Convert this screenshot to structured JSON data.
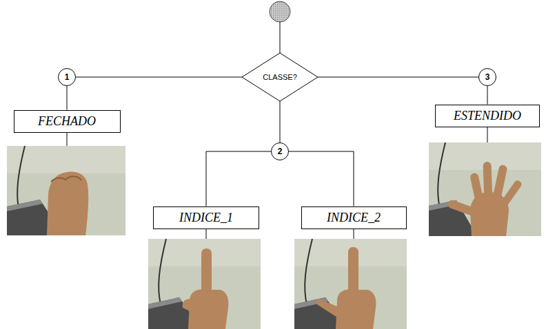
{
  "diagram": {
    "nodes": [
      {
        "text": [
          "1"
        ]
      },
      {
        "text": [
          "CLASSE?"
        ]
      },
      {
        "text": [
          "3"
        ]
      },
      {
        "text": [
          "FECHADO"
        ]
      },
      {
        "text": [
          "2"
        ]
      },
      {
        "text": [
          "ESTENDIDO"
        ]
      },
      {
        "text": [
          "INDICE_1"
        ]
      },
      {
        "text": [
          "INDICE_2"
        ]
      }
    ],
    "edges": [
      {
        "from": 1,
        "to": 0,
        "arrow": "none"
      },
      {
        "from": 1,
        "to": 2,
        "arrow": "none"
      },
      {
        "from": 1,
        "to": 4,
        "arrow": "none"
      },
      {
        "from": 0,
        "to": 3,
        "arrow": "none"
      },
      {
        "from": 4,
        "to": 6,
        "arrow": "none"
      },
      {
        "from": 4,
        "to": 7,
        "arrow": "none"
      },
      {
        "from": 2,
        "to": 5,
        "arrow": "none"
      }
    ]
  }
}
